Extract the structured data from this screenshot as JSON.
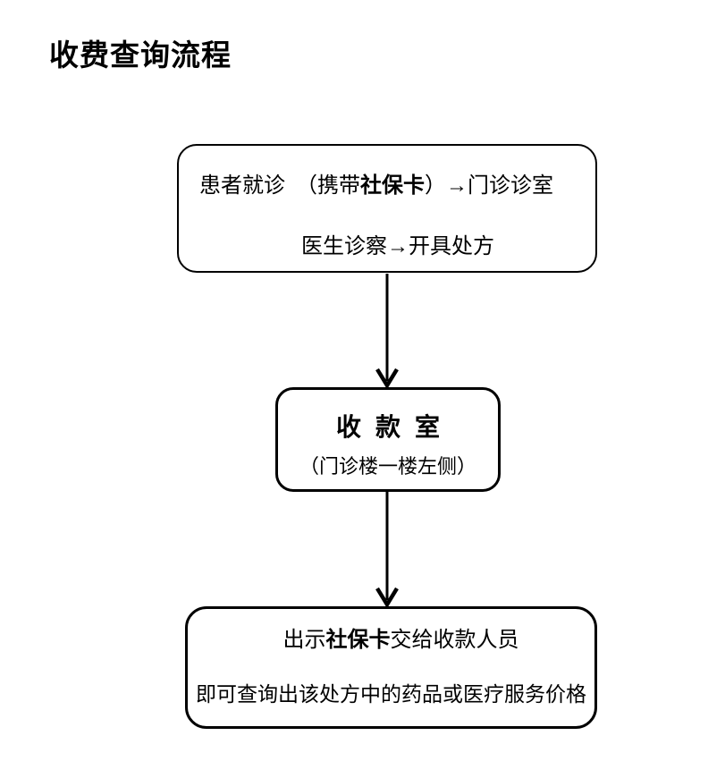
{
  "title": "收费查询流程",
  "flowchart": {
    "box_visit": {
      "line1_pre": "患者就诊　（携带",
      "line1_bold": "社保卡",
      "line1_post": "）→门诊诊室",
      "line2": "医生诊察→开具处方"
    },
    "box_cashier": {
      "line1": "收 款 室",
      "line2": "（门诊楼一楼左侧）"
    },
    "box_result": {
      "line1_pre": "出示",
      "line1_bold": "社保卡",
      "line1_post": "交给收款人员",
      "line2": "即可查询出该处方中的药品或医疗服务价格"
    }
  },
  "icons": {
    "connector": "arrow-down-icon"
  },
  "colors": {
    "ink": "#000000",
    "background": "#ffffff"
  }
}
